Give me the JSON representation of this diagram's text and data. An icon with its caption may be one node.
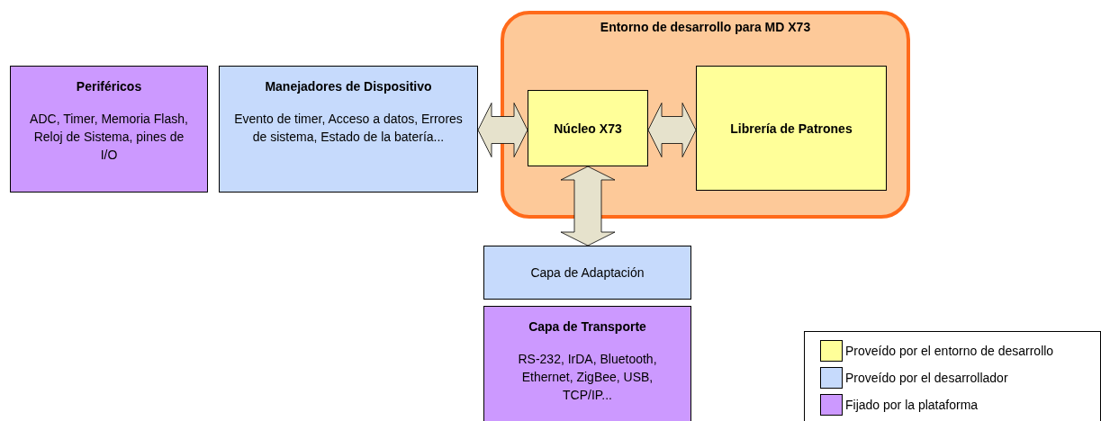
{
  "diagram": {
    "nodes": [
      {
        "text": [
          "Periféricos",
          "ADC, Timer, Memoria Flash, Reloj de Sistema, pines de I/O"
        ]
      },
      {
        "text": [
          "Manejadores de Dispositivo",
          "Evento de timer, Acceso a datos, Errores de sistema, Estado de la batería..."
        ]
      },
      {
        "text": [
          "Entorno de desarrollo para MD X73"
        ]
      },
      {
        "text": [
          "Núcleo X73"
        ],
        "in": 2
      },
      {
        "text": [
          "Librería de Patrones"
        ],
        "in": 2
      },
      {
        "text": [
          "Capa de Adaptación"
        ]
      },
      {
        "text": [
          "Capa de Transporte",
          "RS-232, IrDA, Bluetooth, Ethernet, ZigBee, USB, TCP/IP..."
        ]
      }
    ],
    "edges": [
      {
        "from": 1,
        "to": 3,
        "arrow": "both"
      },
      {
        "from": 3,
        "to": 4,
        "arrow": "both"
      },
      {
        "from": 3,
        "to": 5,
        "arrow": "both"
      }
    ],
    "legend": [
      {
        "text": "Proveído por el entorno de desarrollo",
        "color": "#ffff99"
      },
      {
        "text": "Proveído por el desarrollador",
        "color": "#c6dafc"
      },
      {
        "text": "Fijado por la plataforma",
        "color": "#cc99ff"
      }
    ]
  }
}
